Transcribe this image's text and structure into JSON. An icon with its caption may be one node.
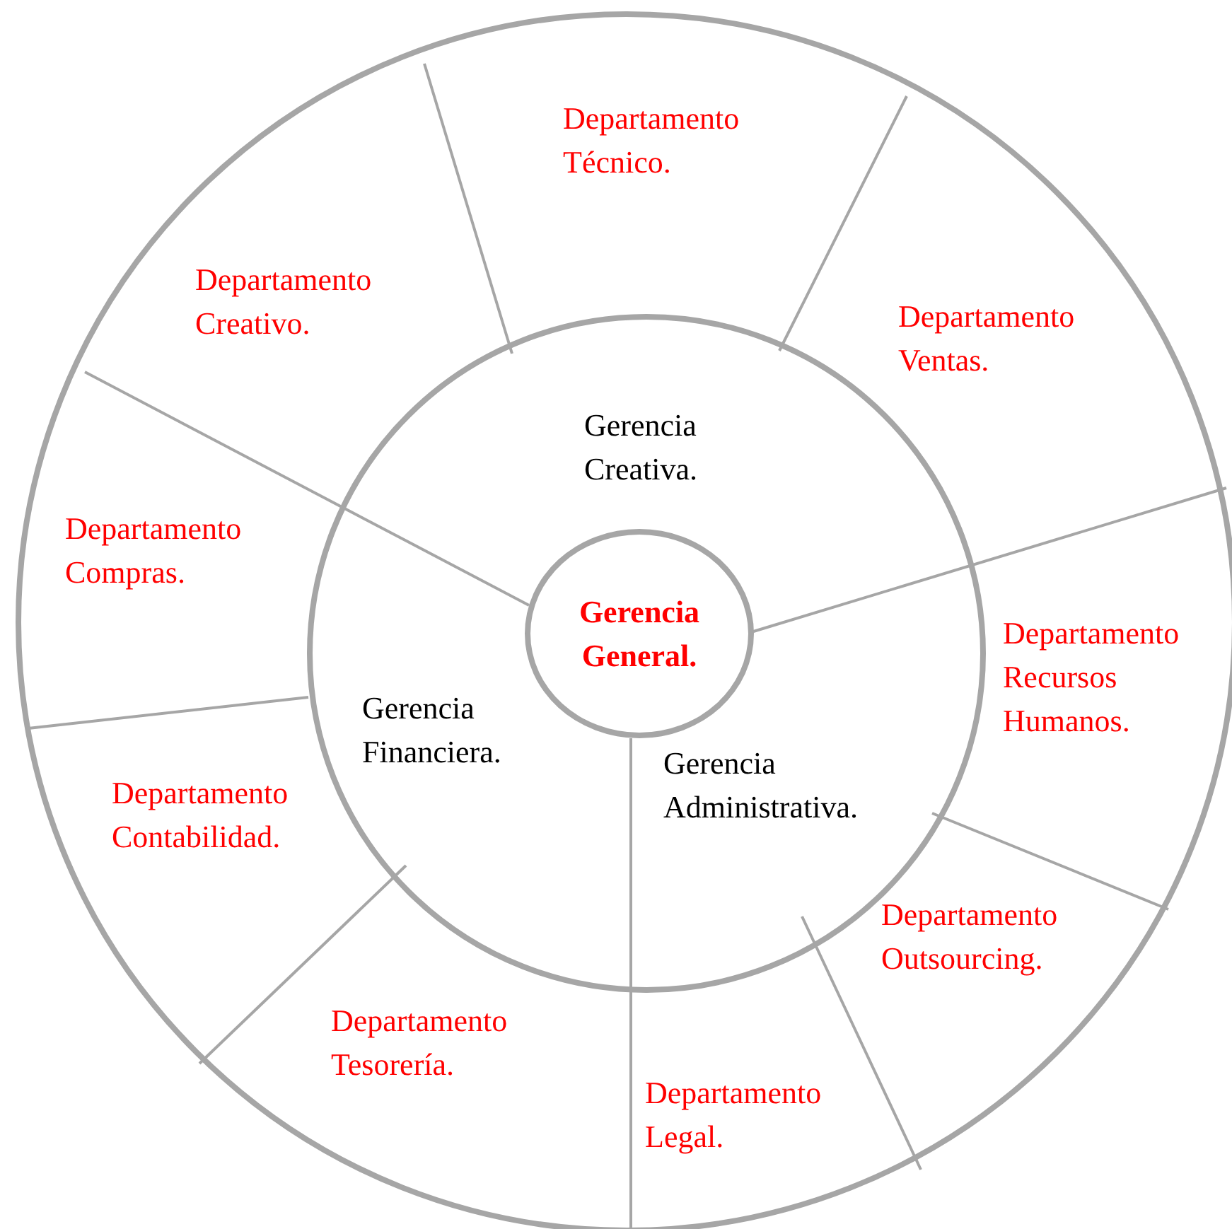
{
  "diagram": {
    "nodes": [
      {
        "text": [
          "Departamento Técnico."
        ]
      },
      {
        "text": [
          "Departamento Creativo."
        ]
      },
      {
        "text": [
          "Departamento Ventas."
        ]
      },
      {
        "text": [
          "Gerencia Creativa."
        ]
      },
      {
        "text": [
          "Departamento Compras."
        ]
      },
      {
        "text": [
          "Gerencia General."
        ]
      },
      {
        "text": [
          "Departamento Recursos Humanos."
        ]
      },
      {
        "text": [
          "Gerencia Financiera."
        ]
      },
      {
        "text": [
          "Gerencia Administrativa."
        ]
      },
      {
        "text": [
          "Departamento Contabilidad."
        ]
      },
      {
        "text": [
          "Departamento Outsourcing."
        ]
      },
      {
        "text": [
          "Departamento Tesorería."
        ]
      },
      {
        "text": [
          "Departamento Legal."
        ]
      }
    ]
  }
}
